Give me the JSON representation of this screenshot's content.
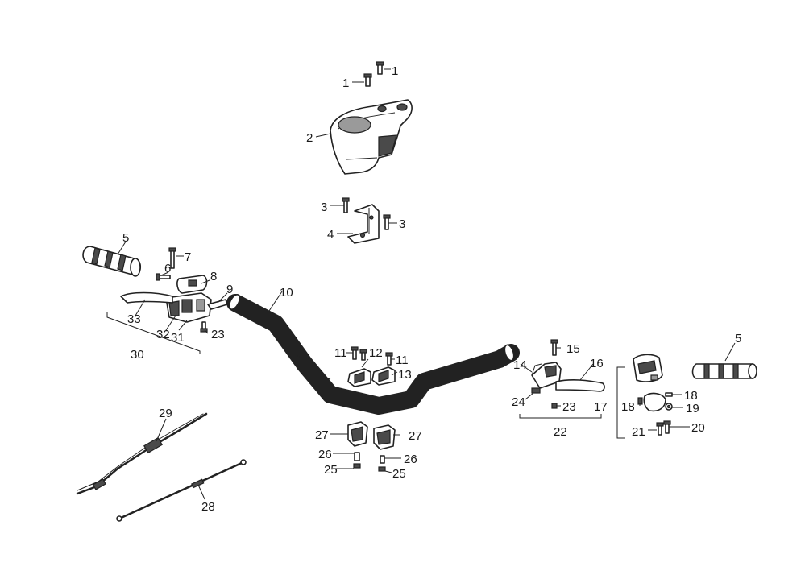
{
  "labels": {
    "p1a": "1",
    "p1b": "1",
    "p2": "2",
    "p3a": "3",
    "p3b": "3",
    "p4": "4",
    "p5a": "5",
    "p5b": "5",
    "p6": "6",
    "p7": "7",
    "p8": "8",
    "p9": "9",
    "p10": "10",
    "p11a": "11",
    "p11b": "11",
    "p12": "12",
    "p13": "13",
    "p14": "14",
    "p15": "15",
    "p16": "16",
    "p17": "17",
    "p18a": "18",
    "p18b": "18",
    "p19": "19",
    "p20": "20",
    "p21": "21",
    "p22": "22",
    "p23a": "23",
    "p23b": "23",
    "p24": "24",
    "p25a": "25",
    "p25b": "25",
    "p26a": "26",
    "p26b": "26",
    "p27a": "27",
    "p27b": "27",
    "p28": "28",
    "p29": "29",
    "p30": "30",
    "p31": "31",
    "p32": "32",
    "p33": "33"
  },
  "colors": {
    "line": "#222222",
    "shade": "#4a4a4a",
    "grey": "#9a9a9a",
    "background": "#ffffff"
  }
}
